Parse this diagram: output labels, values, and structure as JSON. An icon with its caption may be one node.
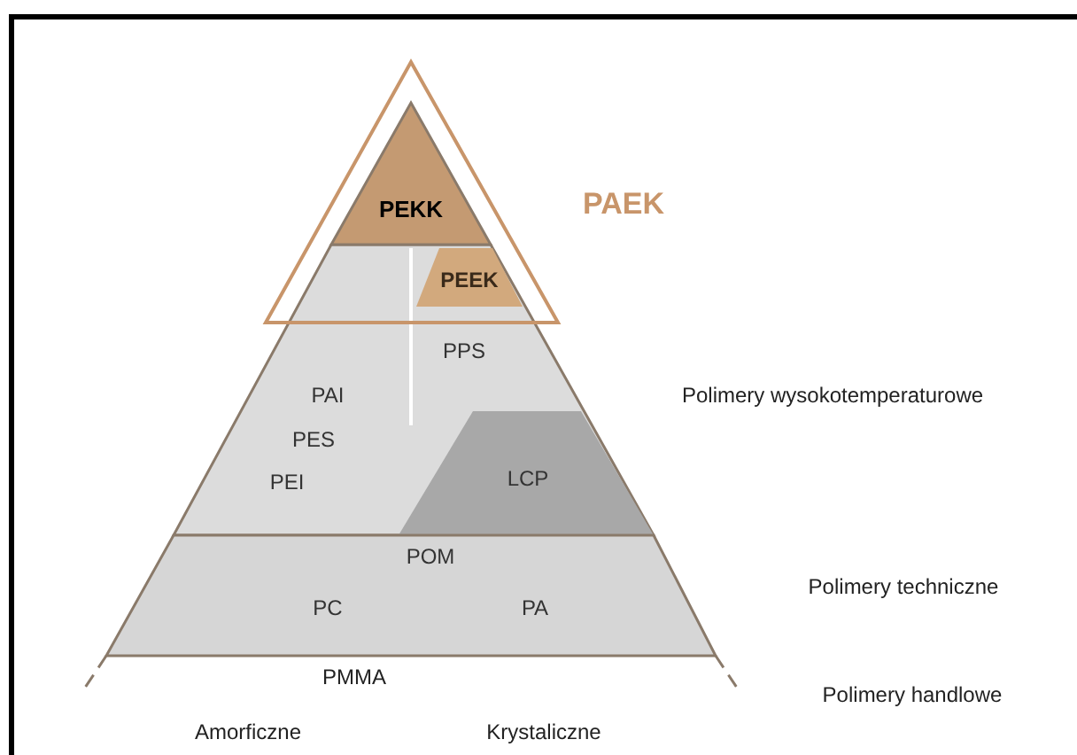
{
  "diagram": {
    "nodes": [
      {
        "text": [
          "PAEK"
        ]
      },
      {
        "text": [
          "PEKK"
        ],
        "in": 0
      },
      {
        "text": [
          "PEEK"
        ]
      },
      {
        "text": [
          "PPS",
          "PAI",
          "PES",
          "PEI"
        ]
      },
      {
        "text": [
          "LCP"
        ],
        "in": 3
      },
      {
        "text": [
          "POM",
          "PC",
          "PA"
        ]
      }
    ],
    "labels": [
      "Polimery wysokotemperaturowe",
      "Polimery techniczne",
      "PMMA",
      "Polimery handlowe",
      "Amorficzne",
      "Krystaliczne"
    ]
  }
}
